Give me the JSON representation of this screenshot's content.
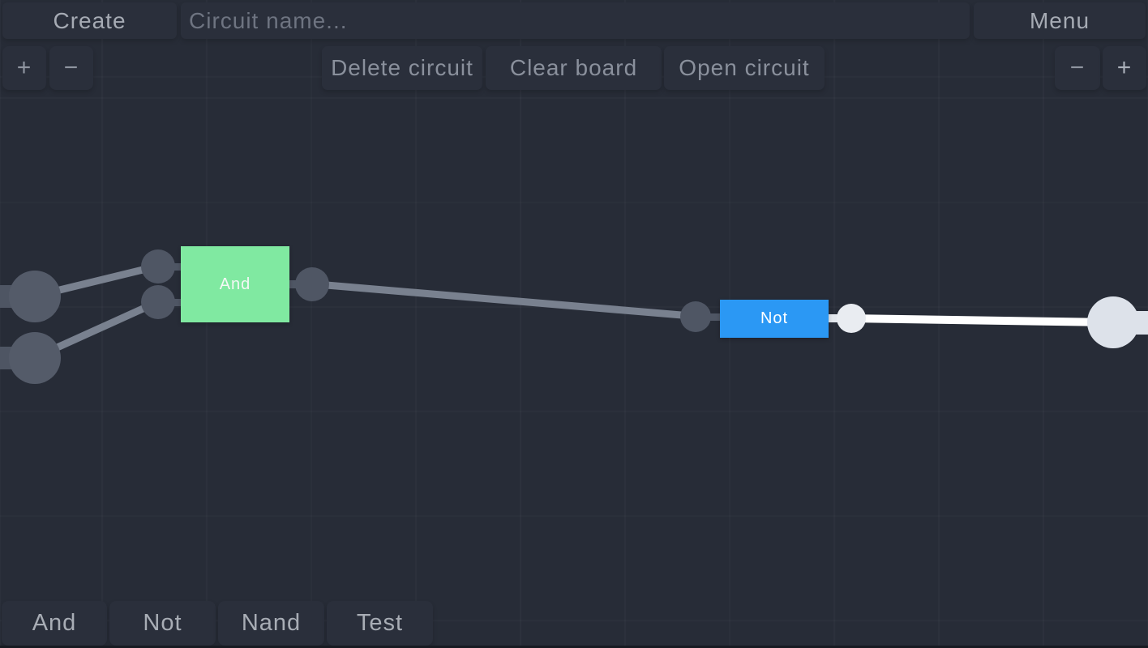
{
  "topbar": {
    "create_label": "Create",
    "circuit_name_placeholder": "Circuit name...",
    "menu_label": "Menu",
    "delete_circuit_label": "Delete circuit",
    "clear_board_label": "Clear board",
    "open_circuit_label": "Open circuit",
    "zoom_in_label": "+",
    "zoom_out_label": "−"
  },
  "toolbar": {
    "gates": [
      {
        "label": "And"
      },
      {
        "label": "Not"
      },
      {
        "label": "Nand"
      },
      {
        "label": "Test"
      }
    ]
  },
  "canvas": {
    "and_gate": {
      "label": "And",
      "color": "#80e9a1",
      "state": "on"
    },
    "not_gate": {
      "label": "Not",
      "color": "#2b98f4",
      "state": "on"
    },
    "wire_off_color": "#79818f",
    "wire_on_color": "#ffffff",
    "input_node_color": "#545b69",
    "pin_color": "#4f5664",
    "output_node_color": "#dde2ea",
    "background_color": "#272c37",
    "panel_color": "#2a2f3b"
  }
}
